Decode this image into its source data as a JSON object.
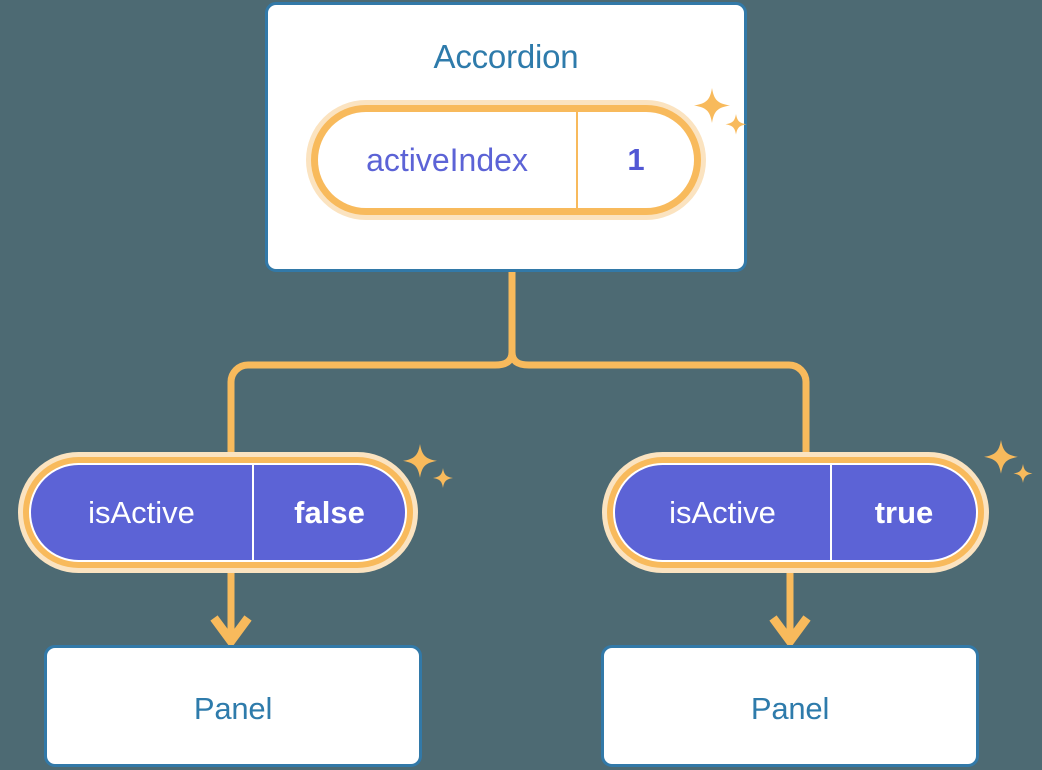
{
  "background_color": "#4d6a73",
  "colors": {
    "card_border": "#3279a8",
    "card_title_text": "#2e7bab",
    "connector_orange": "#f8ba5c",
    "pill_halo": "#fbe3c0",
    "pill_ring": "#f8ba5c",
    "pill_purple": "#5c63d6",
    "pill_value_purple_text": "#5157d4",
    "pill_key_purple_text": "#5c63d6",
    "white": "#ffffff"
  },
  "diagram": {
    "type": "component-state-tree",
    "root": {
      "name": "accordion-card",
      "title": "Accordion",
      "state_pill": {
        "key": "activeIndex",
        "value": "1",
        "style": "white-body"
      }
    },
    "branches": [
      {
        "name": "branch-left",
        "state_pill": {
          "key": "isActive",
          "value": "false",
          "style": "purple-body"
        },
        "child_card": {
          "name": "panel-left-card",
          "title": "Panel"
        }
      },
      {
        "name": "branch-right",
        "state_pill": {
          "key": "isActive",
          "value": "true",
          "style": "purple-body"
        },
        "child_card": {
          "name": "panel-right-card",
          "title": "Panel"
        }
      }
    ],
    "decorations": {
      "sparkle_groups": 3,
      "sparkle_icon": "four-point-sparkle-icon",
      "arrow_icon": "arrow-down-icon",
      "connector_icon": "tree-branch-connector"
    }
  }
}
